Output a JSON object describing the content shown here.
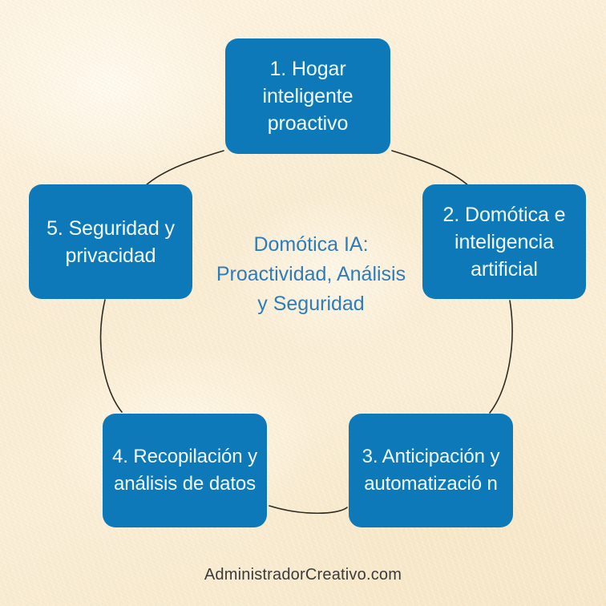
{
  "diagram": {
    "type": "cycle",
    "center_title": "Domótica IA: Proactividad, Análisis y Seguridad",
    "background_color": "#faefd6",
    "node_color": "#0e79b8",
    "node_text_color": "#f2fbfd",
    "center_text_color": "#2f7cba",
    "connector_color": "#2d2b22",
    "nodes": [
      {
        "index": "1",
        "label": "1. Hogar inteligente proactivo",
        "position": "top"
      },
      {
        "index": "2",
        "label": "2. Domótica e inteligencia artificial",
        "position": "right"
      },
      {
        "index": "3",
        "label": "3. Anticipación y automatizació n",
        "position": "bottom-right"
      },
      {
        "index": "4",
        "label": "4. Recopilación y análisis de datos",
        "position": "bottom-left"
      },
      {
        "index": "5",
        "label": "5. Seguridad y privacidad",
        "position": "left"
      }
    ]
  },
  "footer": {
    "watermark": "AdministradorCreativo.com"
  }
}
